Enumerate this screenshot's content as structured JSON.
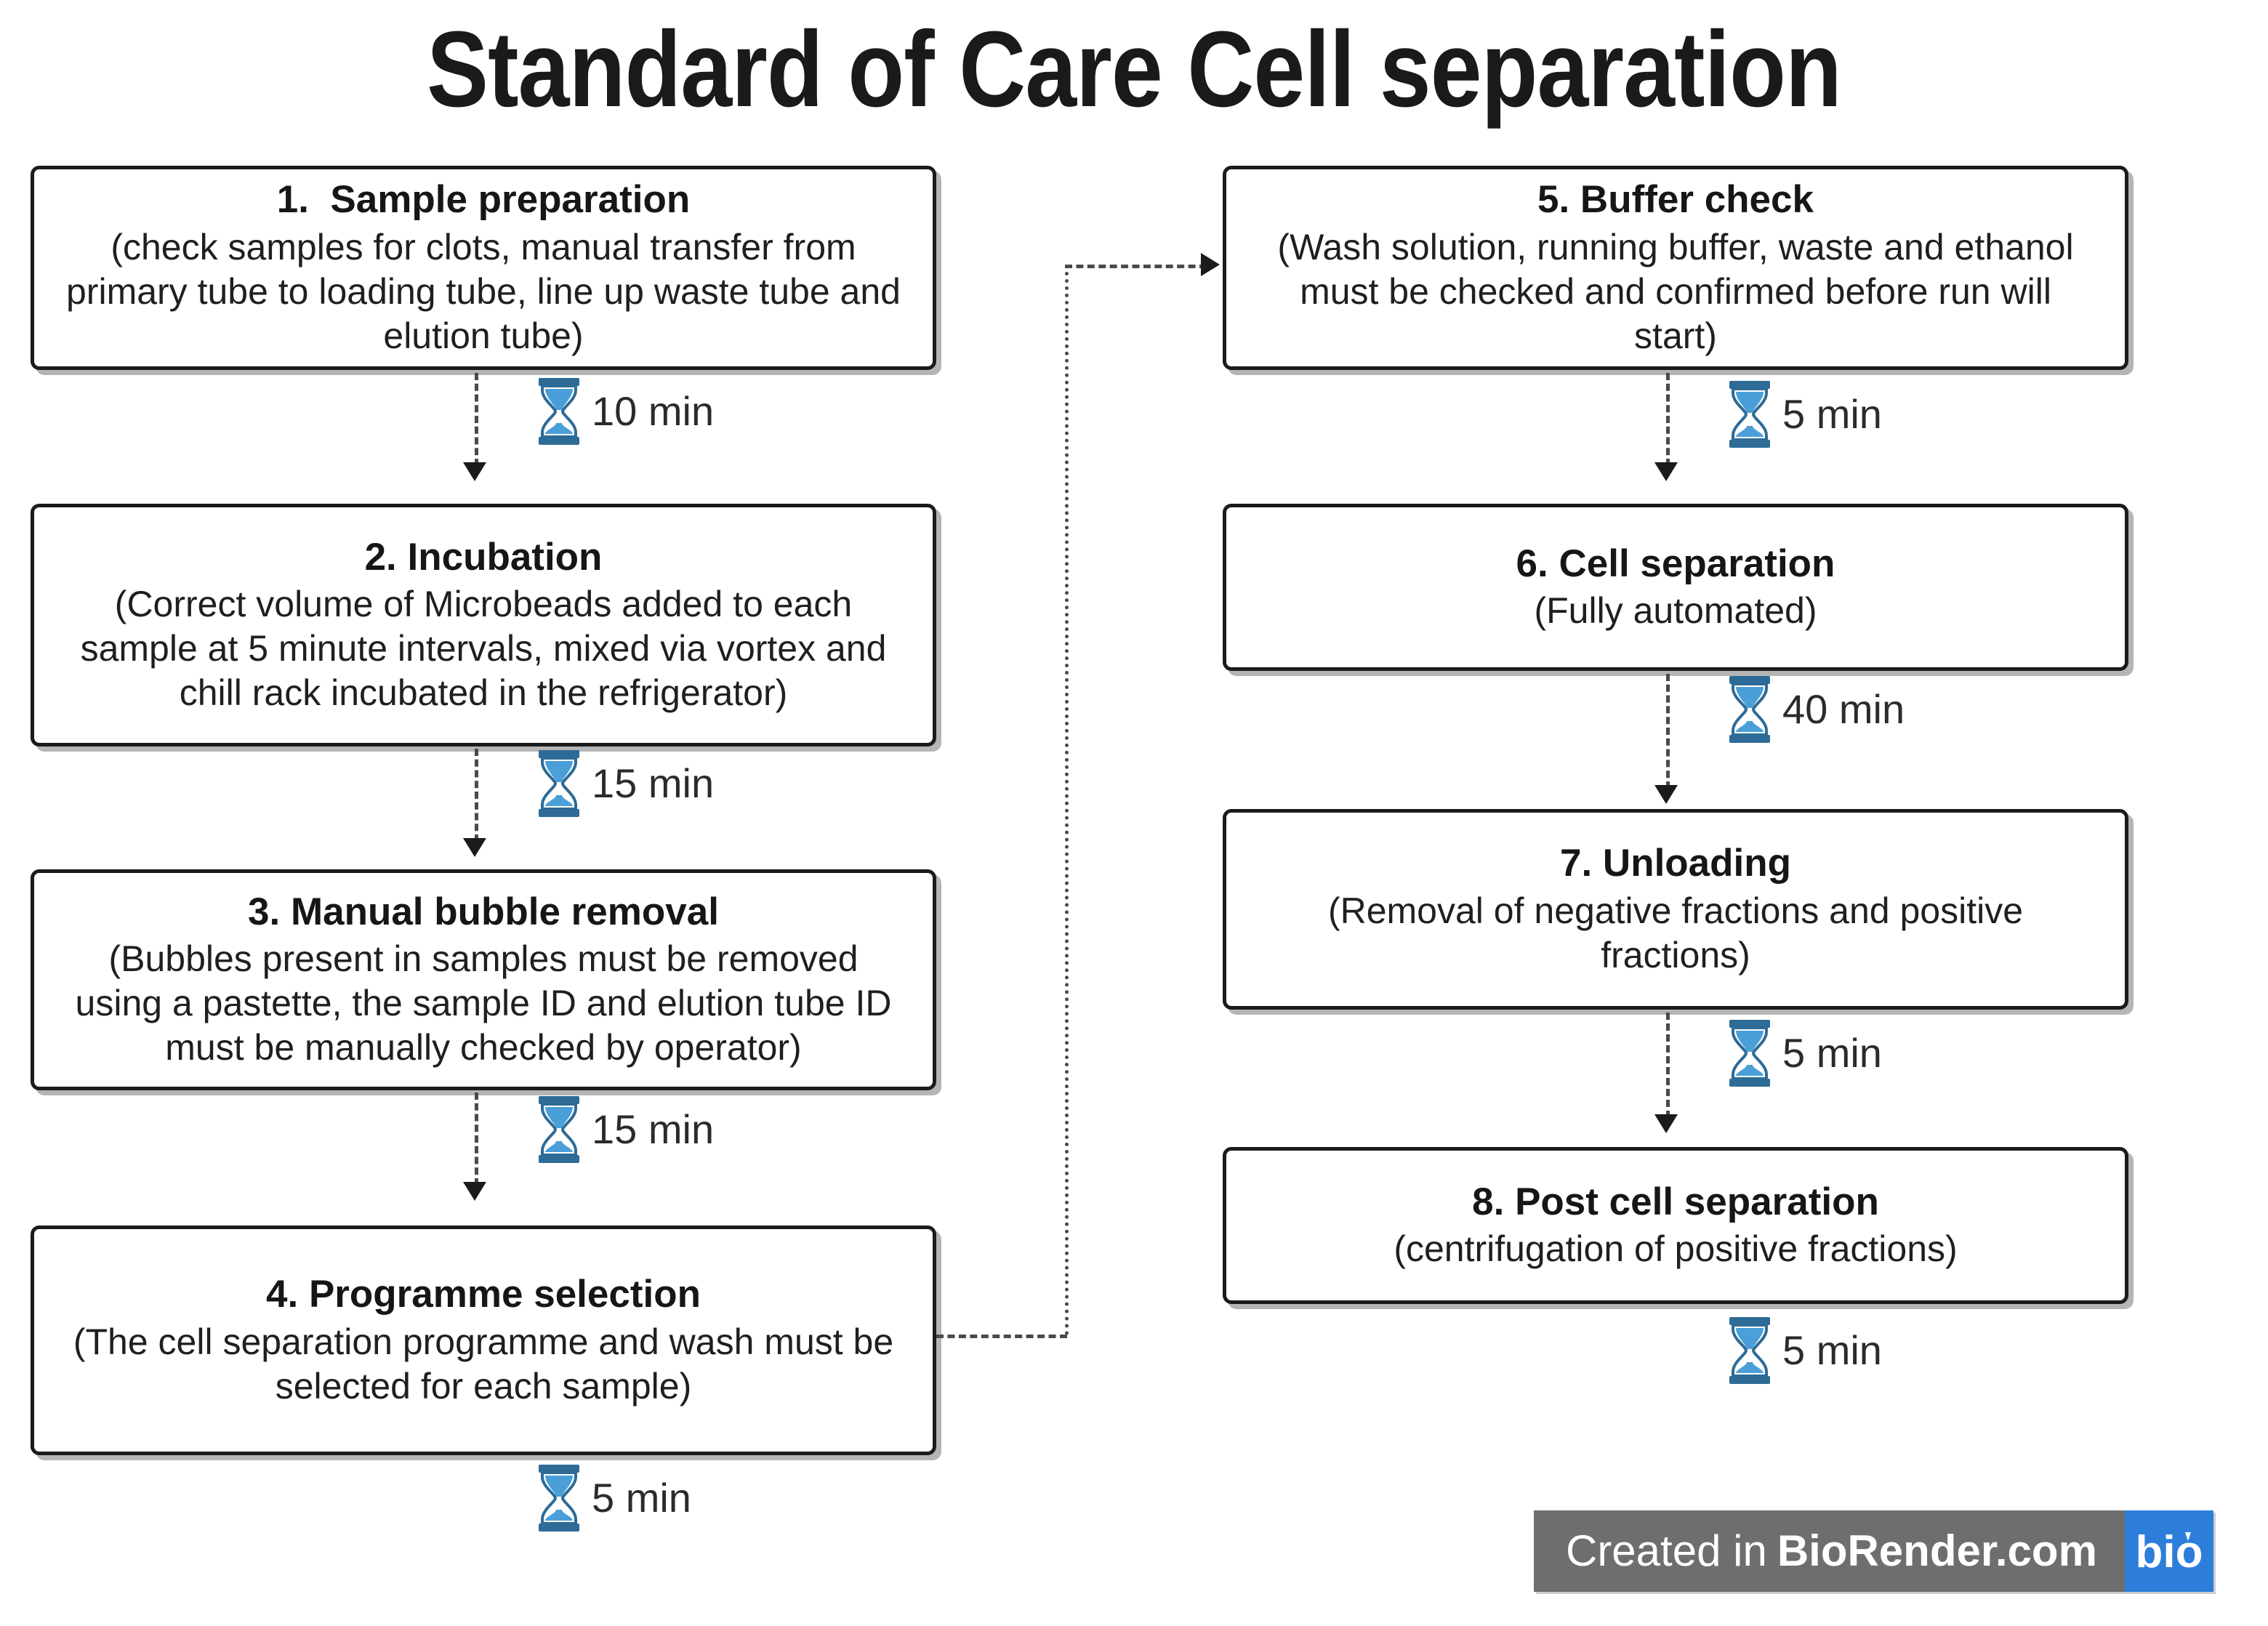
{
  "title": "Standard of Care Cell separation",
  "accent_colors": {
    "hourglass_frame": "#2E6B96",
    "hourglass_sand": "#4A9FD8",
    "box_border": "#1B1B1B",
    "connector": "#4A4A4A",
    "badge_gray": "#6E6E6E",
    "badge_blue": "#2D7DDB"
  },
  "left_column": [
    {
      "title": "1.  Sample preparation",
      "body": "(check samples for clots, manual transfer from\nprimary tube to loading tube, line up waste tube and\nelution tube)",
      "duration": "10 min"
    },
    {
      "title": "2. Incubation",
      "body": "(Correct volume of Microbeads added to each\nsample at 5 minute intervals, mixed via vortex and\nchill rack incubated in the refrigerator)",
      "duration": "15 min"
    },
    {
      "title": "3. Manual bubble removal",
      "body": "(Bubbles present in samples must be removed\nusing a pastette, the sample ID and elution tube ID\nmust be manually checked by operator)",
      "duration": "15 min"
    },
    {
      "title": "4. Programme selection",
      "body": "(The cell separation programme and wash must be\nselected for each sample)",
      "duration": "5 min"
    }
  ],
  "right_column": [
    {
      "title": "5. Buffer check",
      "body": "(Wash solution, running buffer, waste and ethanol\nmust be checked and confirmed before run will\nstart)",
      "duration": "5 min"
    },
    {
      "title": "6. Cell separation",
      "body": "(Fully automated)",
      "duration": "40 min"
    },
    {
      "title": "7. Unloading",
      "body": "(Removal of negative fractions and positive\nfractions)",
      "duration": "5 min"
    },
    {
      "title": "8. Post cell separation",
      "body": "(centrifugation of positive fractions)",
      "duration": "5 min"
    }
  ],
  "badge": {
    "prefix": "Created in",
    "brand": "BioRender.com",
    "logo_text": "bio"
  }
}
